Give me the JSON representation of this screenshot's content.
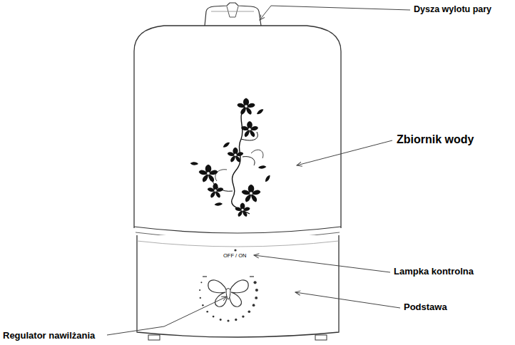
{
  "diagram": {
    "labels": [
      "Dysza wylotu pary",
      "Zbiornik wody",
      "OFF / ON",
      "Lampka kontrolna",
      "Podstawa",
      "Regulator nawilżania"
    ]
  }
}
